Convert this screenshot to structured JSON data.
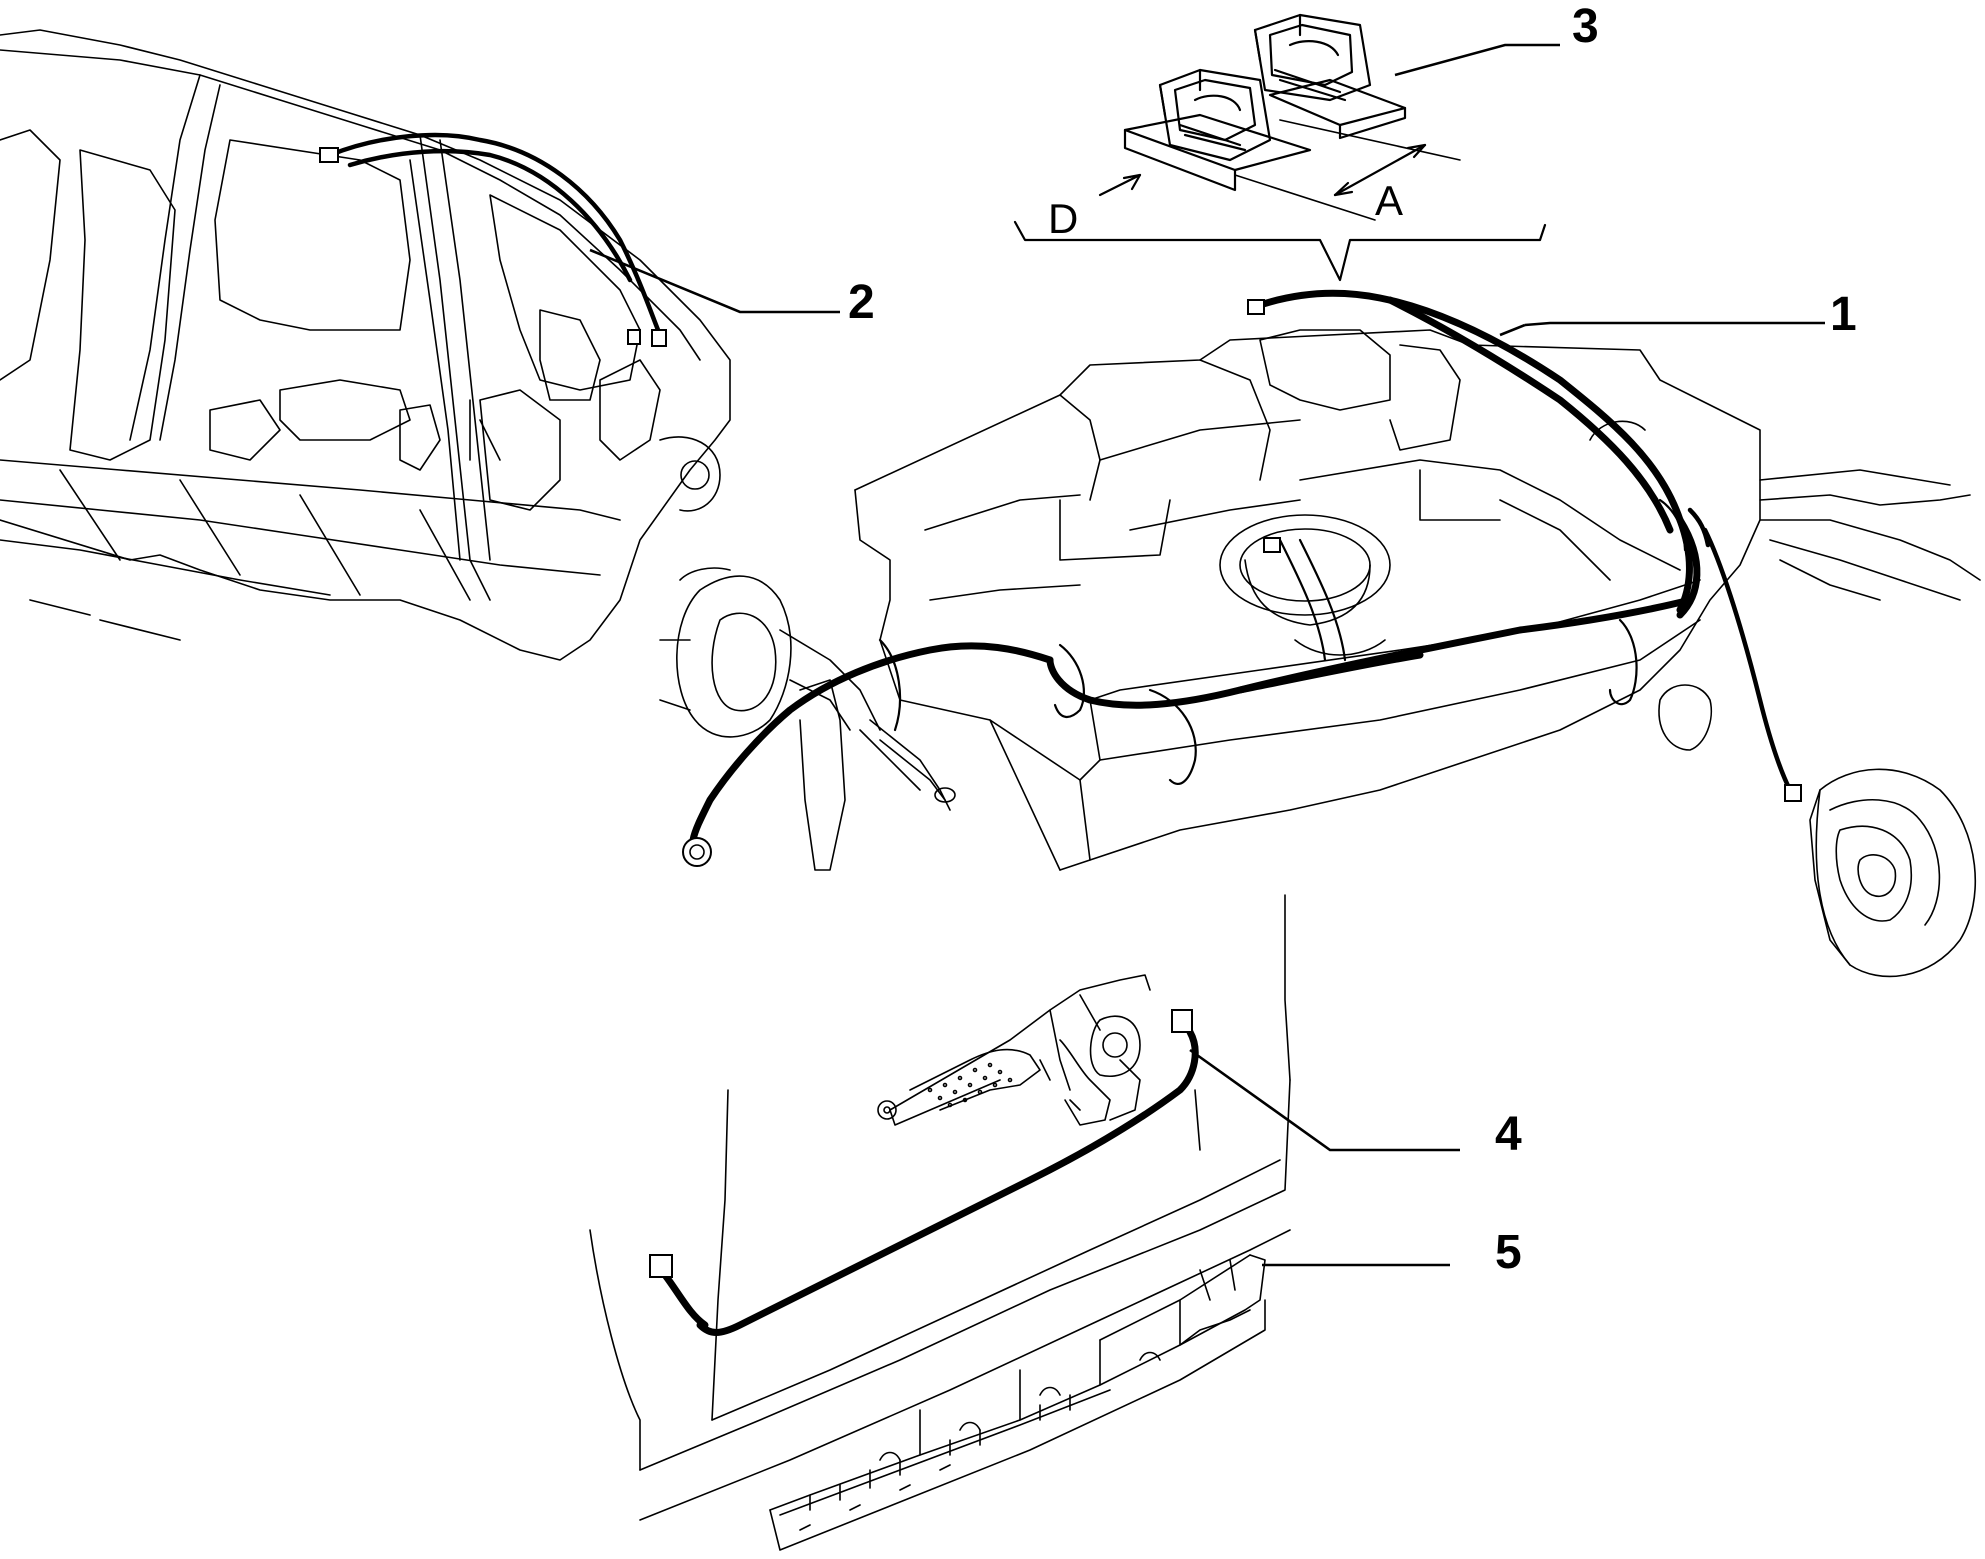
{
  "callouts": [
    {
      "label": "1"
    },
    {
      "label": "2"
    },
    {
      "label": "3"
    },
    {
      "label": "4"
    },
    {
      "label": "5"
    }
  ],
  "dimension_letters": {
    "a": "A",
    "d": "D"
  }
}
